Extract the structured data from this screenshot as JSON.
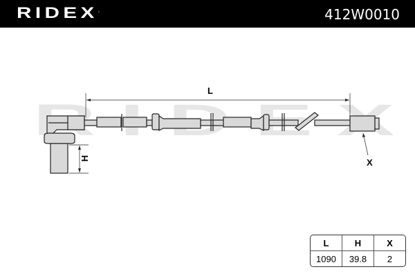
{
  "header": {
    "brand": "RIDEX",
    "part_number": "412W0010"
  },
  "watermark": "RIDEX",
  "diagram": {
    "dim_L_label": "L",
    "dim_H_label": "H",
    "connector_label": "X"
  },
  "spec_table": {
    "headers": [
      "L",
      "H",
      "X"
    ],
    "values": [
      "1090",
      "39.8",
      "2"
    ]
  }
}
